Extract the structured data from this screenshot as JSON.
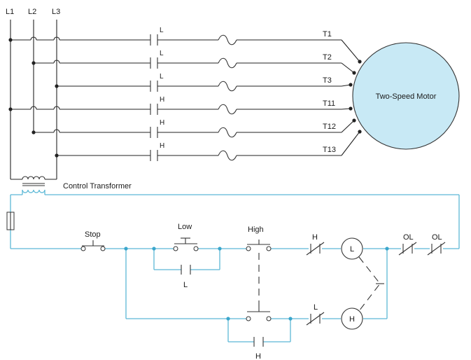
{
  "lines": {
    "l1": "L1",
    "l2": "L2",
    "l3": "L3"
  },
  "power_circuit": {
    "contactors": [
      "L",
      "L",
      "L",
      "H",
      "H",
      "H"
    ],
    "terminals": [
      "T1",
      "T2",
      "T3",
      "T11",
      "T12",
      "T13"
    ]
  },
  "motor": {
    "label": "Two-Speed Motor",
    "fill": "#c8e9f5"
  },
  "transformer": {
    "label": "Control Transformer"
  },
  "control_circuit": {
    "stop_label": "Stop",
    "low_label": "Low",
    "high_label": "High",
    "low_holding_label": "L",
    "high_holding_label": "H",
    "interlock_top_label": "H",
    "interlock_bottom_label": "L",
    "coil_low": "L",
    "coil_high": "H",
    "overload_labels": [
      "OL",
      "OL"
    ]
  },
  "colors": {
    "control_wire": "#5cb8d6",
    "power_wire": "#222222",
    "motor_fill": "#c8e9f5"
  }
}
